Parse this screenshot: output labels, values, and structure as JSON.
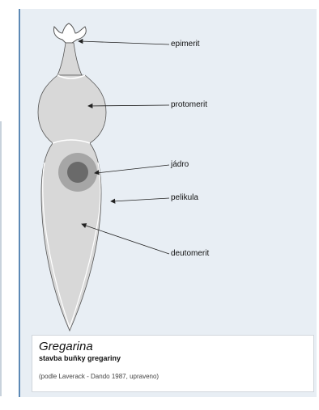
{
  "labels": {
    "epimerit": "epimerit",
    "protomerit": "protomerit",
    "jadro": "jádro",
    "pelikula": "pelikula",
    "deutomerit": "deutomerit"
  },
  "caption": {
    "title": "Gregarina",
    "subtitle": "stavba buňky gregariny",
    "source": "(podle Laverack - Dando 1987, upraveno)"
  },
  "colors": {
    "panel_bg": "#e8eef4",
    "panel_border": "#5d89b5",
    "cell_fill": "#d8d8d8",
    "nucleus_outer": "#a6a6a6",
    "nucleus_inner": "#6a6a6a"
  }
}
